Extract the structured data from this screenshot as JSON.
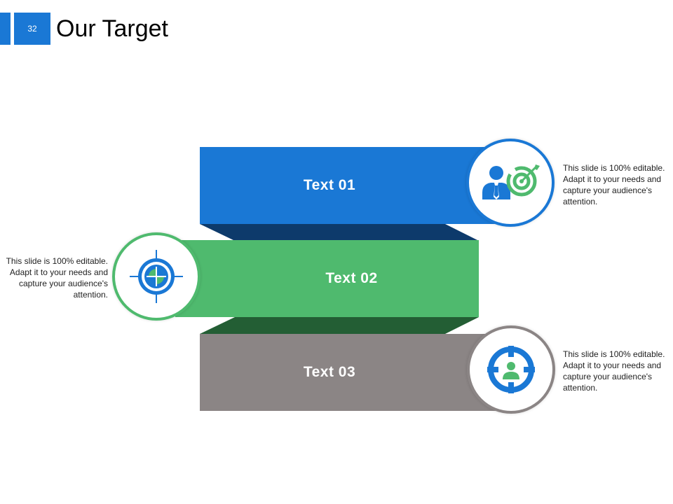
{
  "header": {
    "page_number": "32",
    "title": "Our Target"
  },
  "colors": {
    "blue": "#1a78d5",
    "green": "#4fba6e",
    "gray": "#8b8585",
    "dark_blue_fold": "#0d3a6b",
    "dark_green_fold": "#235e34"
  },
  "steps": [
    {
      "label": "Text 01",
      "icon": "businessman-target-icon",
      "description": "This slide is 100% editable. Adapt it to your needs and capture your audience's attention."
    },
    {
      "label": "Text 02",
      "icon": "crosshair-target-icon",
      "description": "This slide is 100% editable. Adapt it to your needs and capture your audience's attention."
    },
    {
      "label": "Text 03",
      "icon": "person-in-crosshair-icon",
      "description": "This slide is 100% editable. Adapt it to your needs and capture your audience's attention."
    }
  ]
}
